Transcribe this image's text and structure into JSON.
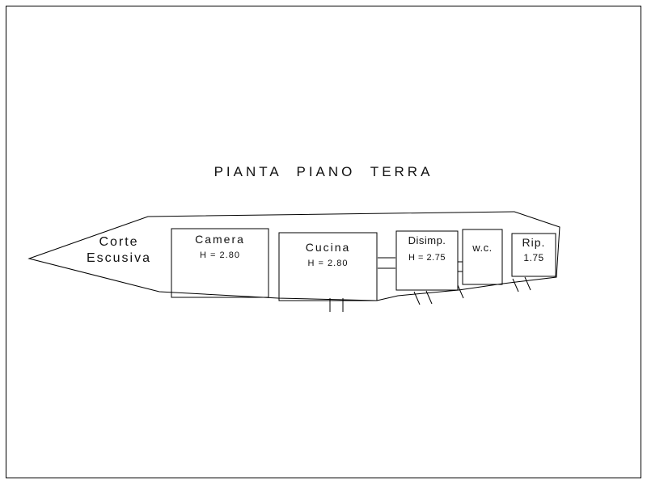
{
  "title": "PIANTA PIANO TERRA",
  "colors": {
    "line": "#000000",
    "background": "#ffffff"
  },
  "rooms": {
    "corte": {
      "line1": "Corte",
      "line2": "Escusiva"
    },
    "camera": {
      "label": "Camera",
      "height": "H = 2.80"
    },
    "cucina": {
      "label": "Cucina",
      "height": "H = 2.80"
    },
    "disimp": {
      "label": "Disimp.",
      "height": "H = 2.75"
    },
    "wc": {
      "label": "w.c."
    },
    "rip": {
      "label": "Rip.",
      "height": "1.75"
    }
  }
}
